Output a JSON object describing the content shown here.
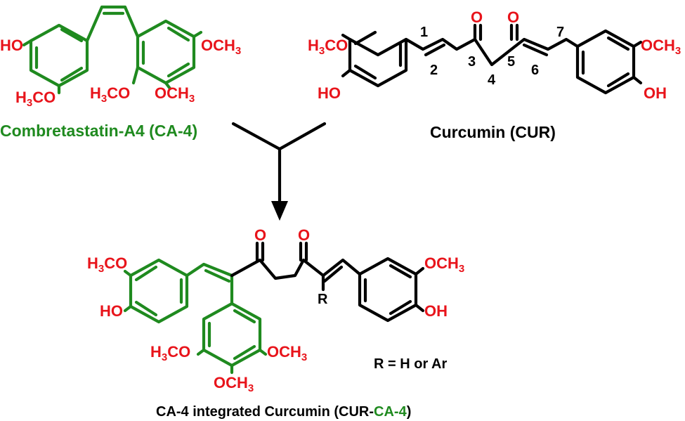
{
  "colors": {
    "cur": "#000000",
    "ca4": "#1f8a1f",
    "hetero": "#e8141b"
  },
  "ca4": {
    "name": "Combretastatin-A4 (CA-4)",
    "labels": {
      "ho": "HO",
      "ome_left": "H3CO",
      "ome_right_top": "OCH3",
      "ome_bottom_left": "H3CO",
      "ome_bottom_right": "OCH3"
    }
  },
  "cur": {
    "name": "Curcumin (CUR)",
    "labels": {
      "ome_left": "H3CO",
      "ho_left": "HO",
      "ome_right": "OCH3",
      "oh_right": "OH",
      "o1": "O",
      "o2": "O"
    },
    "numbers": [
      "1",
      "2",
      "3",
      "4",
      "5",
      "6",
      "7"
    ]
  },
  "hybrid": {
    "name_prefix": "CA-4 integrated Curcumin (CUR-",
    "name_green": "CA-4",
    "name_suffix": ")",
    "labels": {
      "ome_left": "H3CO",
      "ho_left": "HO",
      "ome_right": "OCH3",
      "oh_right": "OH",
      "o1": "O",
      "o2": "O",
      "r": "R",
      "ome_b_left": "H3CO",
      "ome_b_right": "OCH3",
      "ome_b_bottom": "OCH3"
    },
    "r_def": "R = H or Ar"
  }
}
